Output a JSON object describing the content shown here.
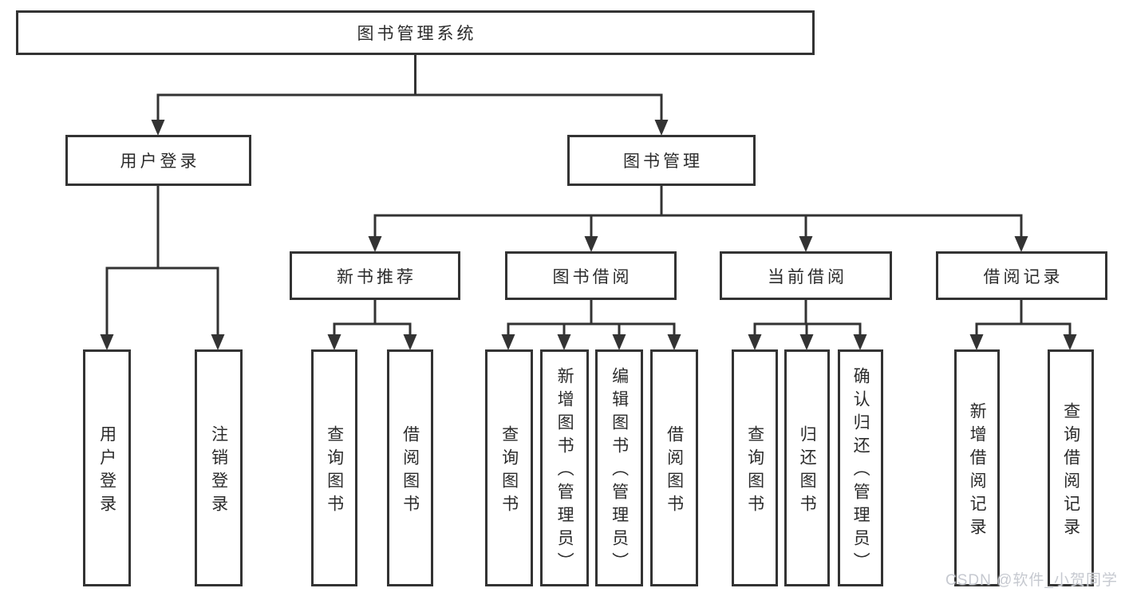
{
  "title": "图书管理系统",
  "watermark": "CSDN @软件_小贺同学",
  "colors": {
    "background": "#ffffff",
    "line": "#333333",
    "text": "#2b2b2b",
    "watermark": "#c6c9d0"
  },
  "level2": [
    {
      "label": "用户登录"
    },
    {
      "label": "图书管理"
    }
  ],
  "level3": [
    {
      "label": "新书推荐",
      "parent": "图书管理"
    },
    {
      "label": "图书借阅",
      "parent": "图书管理"
    },
    {
      "label": "当前借阅",
      "parent": "图书管理"
    },
    {
      "label": "借阅记录",
      "parent": "图书管理"
    }
  ],
  "leaves": [
    {
      "label": "用户登录",
      "parent": "用户登录"
    },
    {
      "label": "注销登录",
      "parent": "用户登录"
    },
    {
      "label": "查询图书",
      "parent": "新书推荐"
    },
    {
      "label": "借阅图书",
      "parent": "新书推荐"
    },
    {
      "label": "查询图书",
      "parent": "图书借阅"
    },
    {
      "label": "新增图书（管理员）",
      "parent": "图书借阅"
    },
    {
      "label": "编辑图书（管理员）",
      "parent": "图书借阅"
    },
    {
      "label": "借阅图书",
      "parent": "图书借阅"
    },
    {
      "label": "查询图书",
      "parent": "当前借阅"
    },
    {
      "label": "归还图书",
      "parent": "当前借阅"
    },
    {
      "label": "确认归还（管理员）",
      "parent": "当前借阅"
    },
    {
      "label": "新增借阅记录",
      "parent": "借阅记录"
    },
    {
      "label": "查询借阅记录",
      "parent": "借阅记录"
    }
  ]
}
